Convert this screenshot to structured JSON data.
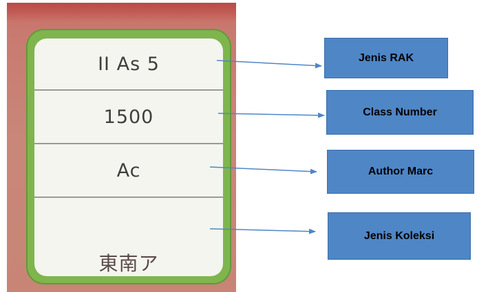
{
  "label": {
    "row1": "II As 5",
    "row2": "1500",
    "row3": "Ac",
    "row4": "東南ア"
  },
  "callouts": {
    "rack_type": "Jenis RAK",
    "class_number": "Class Number",
    "author_marc": "Author Marc",
    "collection_type": "Jenis Koleksi"
  },
  "colors": {
    "callout_fill": "#4f86c6",
    "arrow": "#4f86c6",
    "label_border": "#7fb54d",
    "background_photo": "#c9877a"
  }
}
